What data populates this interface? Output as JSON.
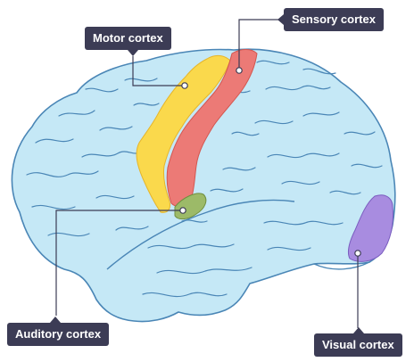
{
  "labels": {
    "motor": "Motor cortex",
    "sensory": "Sensory cortex",
    "auditory": "Auditory cortex",
    "visual": "Visual cortex"
  },
  "colors": {
    "brain": "#c5e8f6",
    "outline": "#4a86b6",
    "motor": "#fad94c",
    "sensory": "#ec7a76",
    "auditory": "#9cba68",
    "visual": "#a88ce0",
    "label_bg": "#3c3c55"
  }
}
